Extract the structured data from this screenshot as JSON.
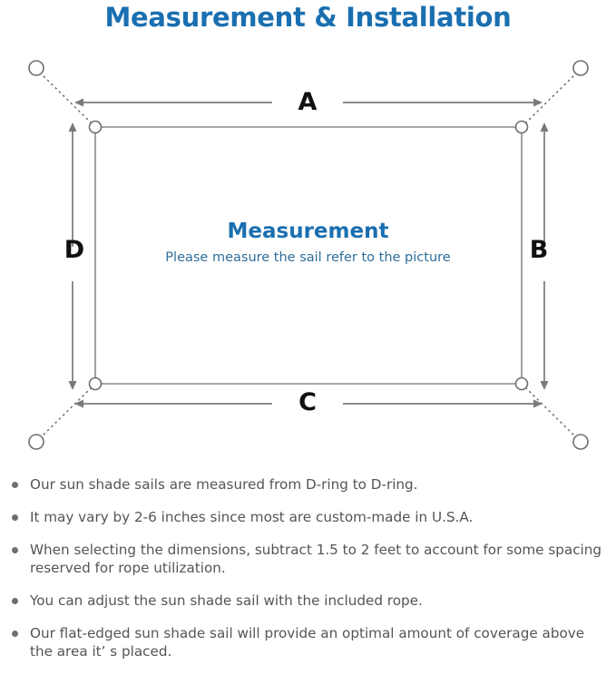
{
  "page": {
    "title": "Measurement & Installation",
    "title_color": "#1A6FB0",
    "background": "#ffffff"
  },
  "diagram": {
    "name": "sun-shade-sail-measurement-diagram",
    "center_heading": "Measurement",
    "center_subtext": "Please measure the sail refer to the picture",
    "center_heading_color": "#1A6FB0",
    "center_subtext_color": "#2E6E98",
    "dimension_labels": [
      {
        "key": "a",
        "label": "A",
        "position": "top",
        "orientation": "horizontal"
      },
      {
        "key": "b",
        "label": "B",
        "position": "right",
        "orientation": "vertical"
      },
      {
        "key": "c",
        "label": "C",
        "position": "bottom",
        "orientation": "horizontal"
      },
      {
        "key": "d",
        "label": "D",
        "position": "left",
        "orientation": "vertical"
      }
    ],
    "line_color": "#7a7a7a",
    "sail_border_color": "#8a8a8a",
    "anchor_count": 4,
    "anchor_icon": "d-ring-circle",
    "rope_style": "dotted"
  },
  "notes": [
    {
      "text": "Our sun shade sails are measured from D-ring to D-ring."
    },
    {
      "text": "It may vary by 2-6 inches since most are custom-made in U.S.A."
    },
    {
      "text": "When selecting the dimensions, subtract 1.5 to 2 feet to account for some spacing reserved for rope utilization."
    },
    {
      "text": "You can adjust the sun shade sail with the included rope."
    },
    {
      "text": "Our flat-edged sun shade sail will provide an optimal amount of coverage above the area it’ s placed."
    }
  ],
  "notes_bullet_color": "#6f6f6f",
  "notes_text_color": "#555555"
}
